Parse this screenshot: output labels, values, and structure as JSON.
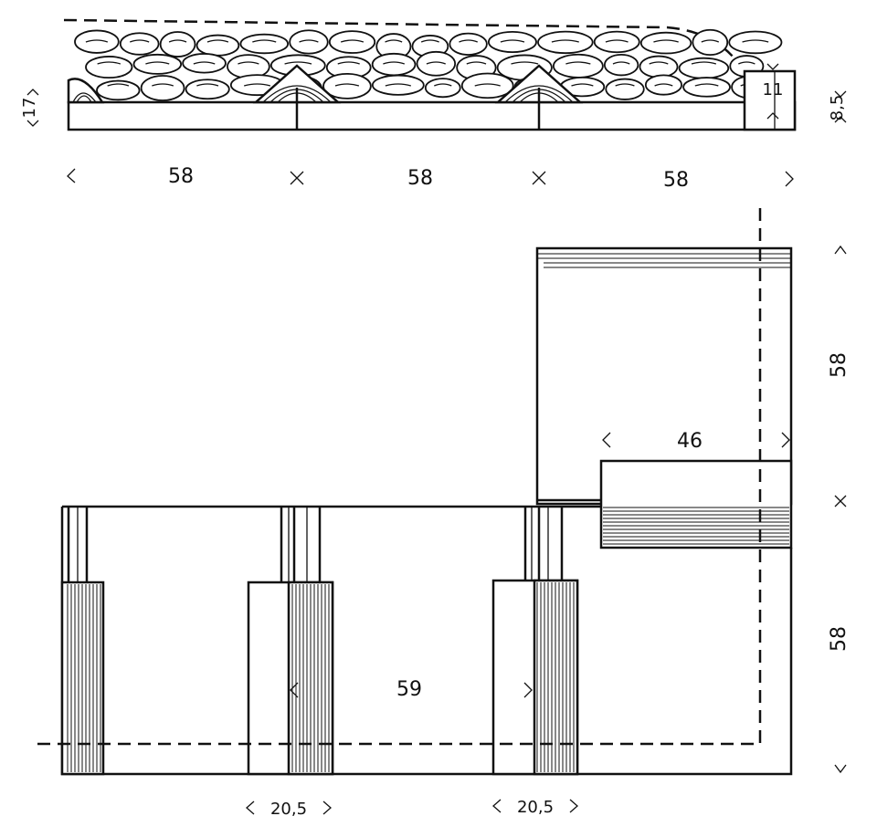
{
  "diagram": {
    "section_dimensions": {
      "height_left": "17",
      "height_right": "8,5",
      "joint_height": "11",
      "width_1": "58",
      "width_2": "58",
      "width_3": "58"
    },
    "plan_dimensions": {
      "upper_height": "58",
      "lower_height": "58",
      "step_width": "46",
      "center_span": "59",
      "post_width_1": "20,5",
      "post_width_2": "20,5"
    }
  }
}
